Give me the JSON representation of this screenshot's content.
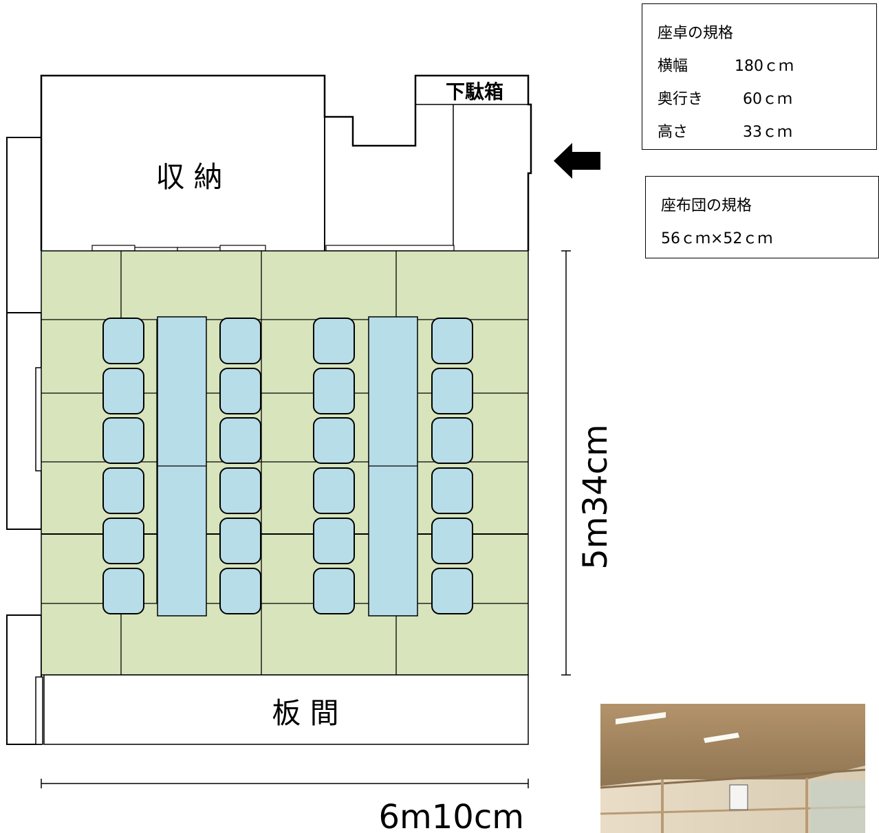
{
  "rooms": {
    "storage_label": "収 納",
    "shoe_box_label": "下駄箱",
    "wooden_floor_label": "板 間"
  },
  "dimensions": {
    "width_label": "6m10cm",
    "depth_label": "5m34cm"
  },
  "table_spec": {
    "title": "座卓の規格",
    "rows": [
      {
        "label": "横幅",
        "value": "180ｃｍ"
      },
      {
        "label": "奥行き",
        "value": "60ｃｍ"
      },
      {
        "label": "高さ",
        "value": "33ｃｍ"
      }
    ]
  },
  "cushion_spec": {
    "title": "座布団の規格",
    "value": "56ｃｍ×52ｃｍ"
  },
  "colors": {
    "tatami": "#d8e4bc",
    "furniture": "#b7dde8",
    "line": "#000000"
  },
  "icons": {
    "entrance_arrow": "arrow-left-icon"
  }
}
